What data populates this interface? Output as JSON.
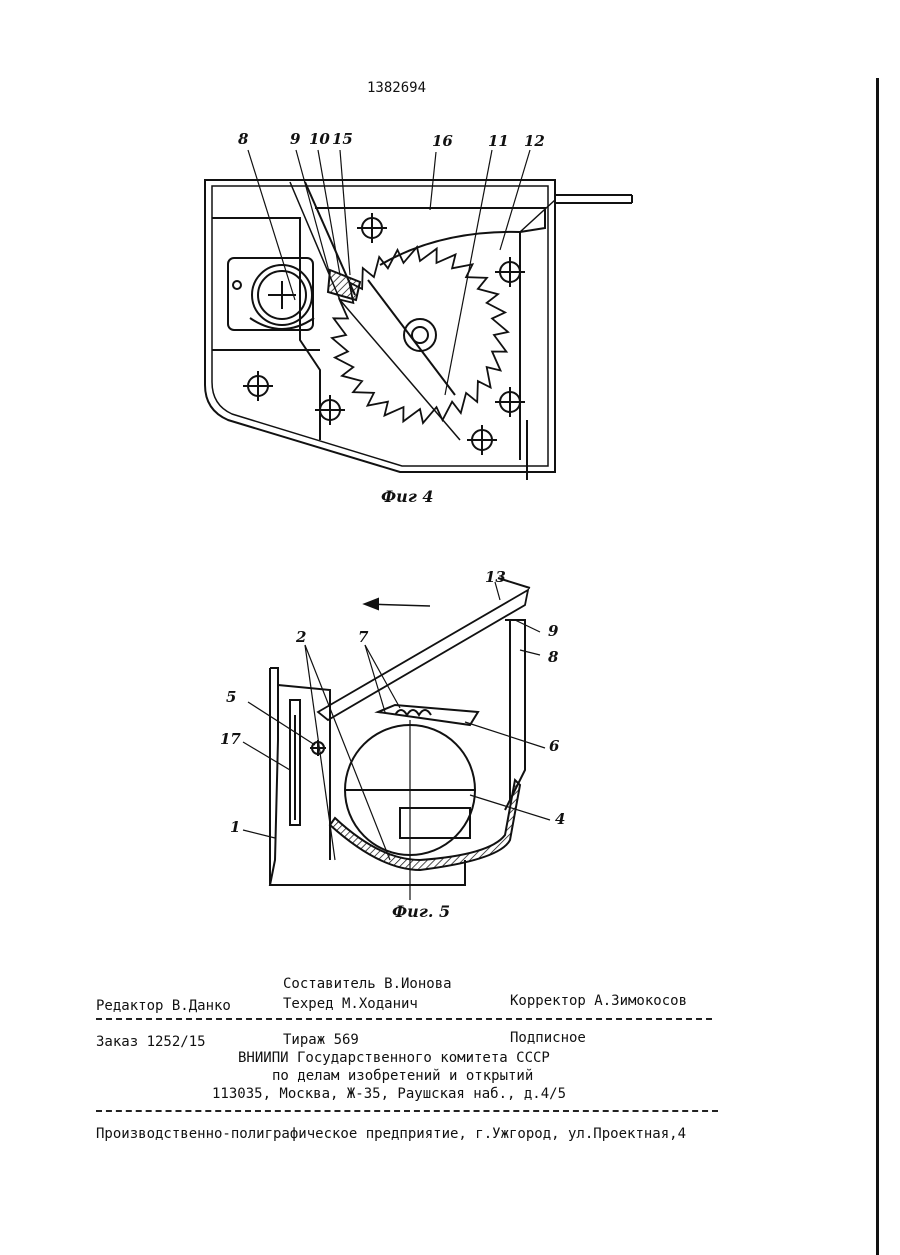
{
  "patent_number": "1382694",
  "figure4": {
    "caption": "Фиг 4",
    "labels": [
      "8",
      "9",
      "10",
      "15",
      "16",
      "11",
      "12"
    ]
  },
  "figure5": {
    "caption": "Фиг. 5",
    "labels": {
      "l13": "13",
      "l9": "9",
      "l8": "8",
      "l2": "2",
      "l7": "7",
      "l5": "5",
      "l6": "6",
      "l17": "17",
      "l1": "1",
      "l4": "4"
    }
  },
  "imprint": {
    "compiler": "Составитель В.Ионова",
    "editor": "Редактор В.Данко",
    "techred": "Техред М.Ходанич",
    "corrector": "Корректор А.Зимокосов",
    "order": "Заказ 1252/15",
    "circulation": "Тираж 569",
    "subscription": "Подписное",
    "org_line1": "ВНИИПИ Государственного комитета СССР",
    "org_line2": "по делам изобретений и открытий",
    "org_address": "113035, Москва, Ж-35, Раушская наб., д.4/5",
    "printer": "Производственно-полиграфическое предприятие, г.Ужгород, ул.Проектная,4"
  }
}
